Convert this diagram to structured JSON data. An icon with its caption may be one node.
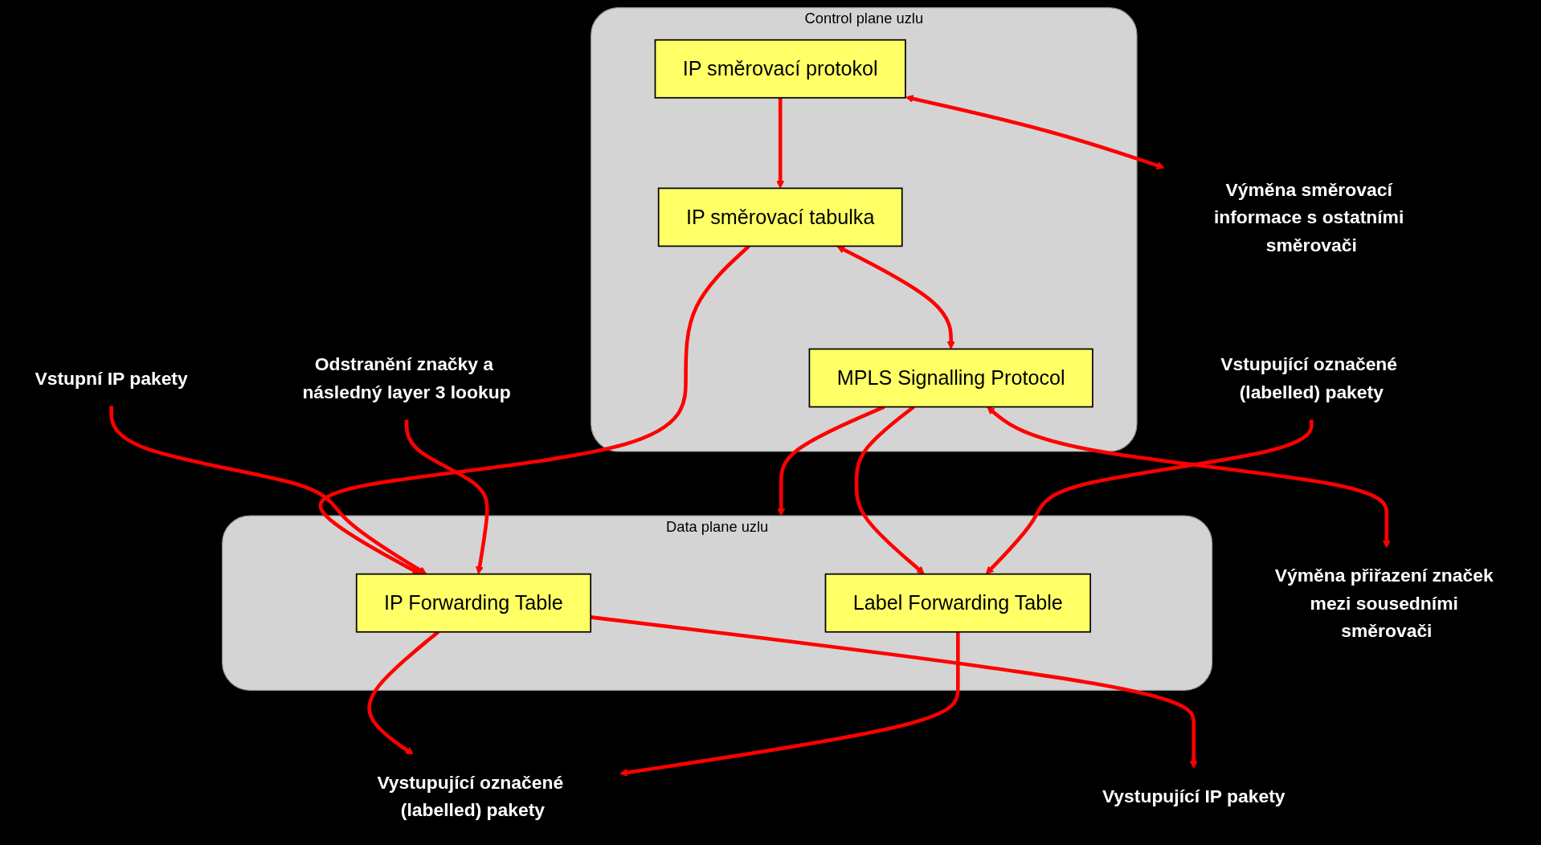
{
  "diagram": {
    "nodes": [
      {
        "text": [
          "Control plane uzlu"
        ]
      },
      {
        "text": [
          "IP směrovací protokol"
        ],
        "in": 0
      },
      {
        "text": [
          "IP směrovací tabulka"
        ],
        "in": 0
      },
      {
        "text": [
          "MPLS Signalling Protocol"
        ],
        "in": 0
      },
      {
        "text": [
          "Data plane uzlu"
        ]
      },
      {
        "text": [
          "IP Forwarding Table"
        ],
        "in": 4
      },
      {
        "text": [
          "Label Forwarding Table"
        ],
        "in": 4
      },
      {
        "text": [
          "Výměna směrovací informace s ostatními směrovači"
        ]
      },
      {
        "text": [
          "Výměna přiřazení značek mezi sousedními směrovači"
        ]
      },
      {
        "text": [
          "Vstupní IP pakety"
        ]
      },
      {
        "text": [
          "Odstranění značky a následný layer 3 lookup"
        ]
      },
      {
        "text": [
          "Vstupující označené (labelled) pakety"
        ]
      },
      {
        "text": [
          "Vystupující IP pakety"
        ]
      },
      {
        "text": [
          "Vystupující označené (labelled) pakety"
        ]
      }
    ],
    "edges": [
      {
        "from": 1,
        "to": 7,
        "arrow": "both"
      },
      {
        "from": 1,
        "to": 2,
        "arrow": "to"
      },
      {
        "from": 2,
        "to": 3,
        "arrow": "both"
      },
      {
        "from": 3,
        "to": 8,
        "arrow": "both"
      },
      {
        "from": 3,
        "to": 4,
        "arrow": "to"
      },
      {
        "from": 2,
        "to": 5,
        "arrow": "to"
      },
      {
        "from": 3,
        "to": 6,
        "arrow": "to"
      },
      {
        "from": 9,
        "to": 5,
        "arrow": "to"
      },
      {
        "from": 10,
        "to": 5,
        "arrow": "to"
      },
      {
        "from": 11,
        "to": 6,
        "arrow": "to"
      },
      {
        "from": 5,
        "to": 12,
        "arrow": "to"
      },
      {
        "from": 5,
        "to": 13,
        "arrow": "to"
      },
      {
        "from": 6,
        "to": 13,
        "arrow": "to"
      }
    ]
  }
}
